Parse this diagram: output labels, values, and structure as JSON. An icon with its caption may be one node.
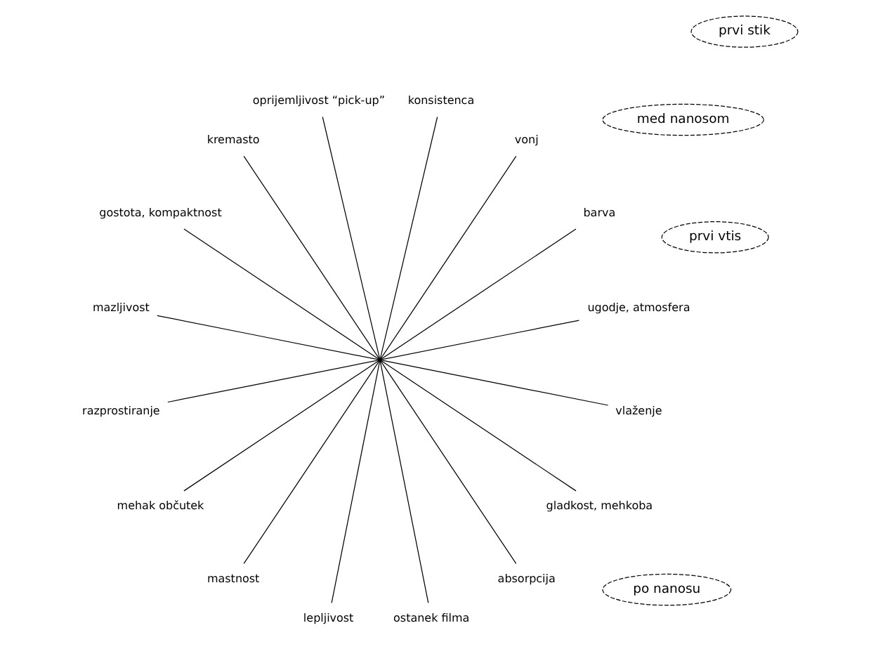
{
  "diagram": {
    "nodes": [
      {
        "text": [
          "po nanosu"
        ]
      },
      {
        "text": [
          "prvi vtis"
        ]
      },
      {
        "text": [],
        "shape": "point"
      },
      {
        "text": [
          "ugodje, atmosfera"
        ]
      },
      {
        "text": [
          "barva"
        ]
      },
      {
        "text": [
          "vonj"
        ]
      },
      {
        "text": [
          "konsistenca"
        ]
      },
      {
        "text": [
          "oprijemljivost “pick-up”"
        ]
      },
      {
        "text": [
          "kremasto"
        ]
      },
      {
        "text": [
          "gostota, kompaktnost"
        ]
      },
      {
        "text": [
          "mazljivost"
        ]
      },
      {
        "text": [
          "razprostiranje"
        ]
      },
      {
        "text": [
          "mehak občutek"
        ]
      },
      {
        "text": [
          "mastnost"
        ]
      },
      {
        "text": [
          "lepljivost"
        ]
      },
      {
        "text": [
          "ostanek filma"
        ]
      },
      {
        "text": [
          "absorpcija"
        ]
      },
      {
        "text": [
          "gladkost, mehkoba"
        ]
      },
      {
        "text": [
          "vlaženje"
        ]
      },
      {
        "text": [
          "med nanosom"
        ]
      },
      {
        "text": [
          "prvi stik"
        ]
      }
    ],
    "edges": [
      {
        "from": 2,
        "to": 3,
        "arrow": "none"
      },
      {
        "from": 2,
        "to": 4,
        "arrow": "none"
      },
      {
        "from": 2,
        "to": 5,
        "arrow": "none"
      },
      {
        "from": 2,
        "to": 6,
        "arrow": "none"
      },
      {
        "from": 2,
        "to": 7,
        "arrow": "none"
      },
      {
        "from": 2,
        "to": 8,
        "arrow": "none"
      },
      {
        "from": 2,
        "to": 9,
        "arrow": "none"
      },
      {
        "from": 2,
        "to": 10,
        "arrow": "none"
      },
      {
        "from": 2,
        "to": 11,
        "arrow": "none"
      },
      {
        "from": 2,
        "to": 12,
        "arrow": "none"
      },
      {
        "from": 2,
        "to": 13,
        "arrow": "none"
      },
      {
        "from": 2,
        "to": 14,
        "arrow": "none"
      },
      {
        "from": 2,
        "to": 15,
        "arrow": "none"
      },
      {
        "from": 2,
        "to": 16,
        "arrow": "none"
      },
      {
        "from": 2,
        "to": 17,
        "arrow": "none"
      },
      {
        "from": 2,
        "to": 18,
        "arrow": "none"
      }
    ]
  }
}
